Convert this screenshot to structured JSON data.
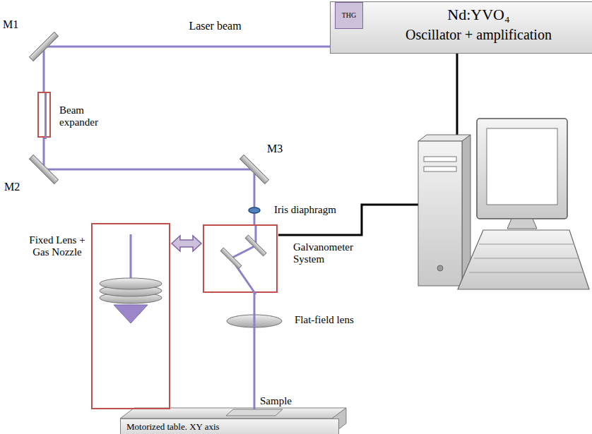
{
  "diagram": {
    "nodes": [
      {
        "text": [
          "Nd:YVO₄",
          "Oscillator + amplification"
        ]
      },
      {
        "text": [
          "THG"
        ],
        "in": 0
      },
      {
        "text": [
          "M1"
        ]
      },
      {
        "text": [
          "Beam expander"
        ]
      },
      {
        "text": [
          "M2"
        ]
      },
      {
        "text": [
          "M3"
        ]
      },
      {
        "text": [
          "Iris diaphragm"
        ]
      },
      {
        "text": [
          "Fixed Lens + Gas Nozzle"
        ]
      },
      {
        "text": [
          "Galvanometer System"
        ]
      },
      {
        "text": [
          "Flat-field lens"
        ]
      },
      {
        "text": [
          "Sample"
        ]
      },
      {
        "text": [
          "Motorized table. XY axis"
        ]
      }
    ],
    "edges": [
      {
        "from": 0,
        "to": 2,
        "arrow": "none",
        "label": "Laser beam"
      },
      {
        "from": 2,
        "to": 3,
        "arrow": "none"
      },
      {
        "from": 3,
        "to": 4,
        "arrow": "none"
      },
      {
        "from": 4,
        "to": 5,
        "arrow": "none"
      },
      {
        "from": 5,
        "to": 6,
        "arrow": "none"
      },
      {
        "from": 6,
        "to": 8,
        "arrow": "none"
      },
      {
        "from": 8,
        "to": 9,
        "arrow": "none"
      },
      {
        "from": 9,
        "to": 10,
        "arrow": "none"
      },
      {
        "from": 7,
        "to": 8,
        "arrow": "both"
      }
    ]
  }
}
